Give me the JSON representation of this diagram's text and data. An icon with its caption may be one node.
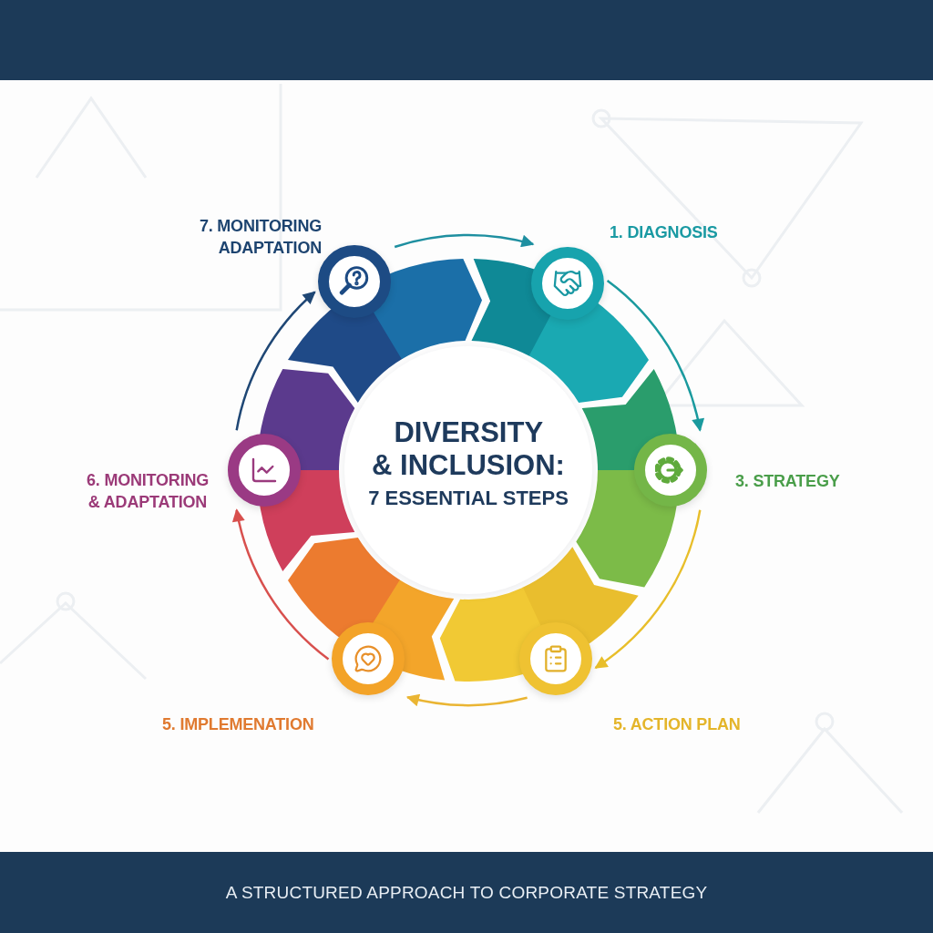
{
  "diagram": {
    "caption": "A STRUCTURED APPROACH TO CORPORATE STRATEGY",
    "nodes": [
      {
        "text": [
          "DIVERSITY & INCLUSION:",
          "7 ESSENTIAL STEPS"
        ]
      },
      {
        "text": [
          "7. MONITORING ADAPTATION"
        ]
      },
      {
        "text": [
          "1. DIAGNOSIS"
        ]
      },
      {
        "text": [
          "3. STRATEGY"
        ]
      },
      {
        "text": [
          "5. ACTION PLAN"
        ]
      },
      {
        "text": [
          "5. IMPLEMENATION"
        ]
      },
      {
        "text": [
          "6. MONITORING & ADAPTATION"
        ]
      }
    ],
    "edges": [
      {
        "from": 1,
        "to": 2,
        "arrow": "to",
        "color": "#1e8fa0"
      },
      {
        "from": 2,
        "to": 3,
        "arrow": "to",
        "color": "#1a9a9e"
      },
      {
        "from": 3,
        "to": 4,
        "arrow": "to",
        "color": "#e8be2a"
      },
      {
        "from": 4,
        "to": 5,
        "arrow": "to",
        "color": "#eab533"
      },
      {
        "from": 5,
        "to": 6,
        "arrow": "to",
        "color": "#d8504e"
      },
      {
        "from": 6,
        "to": 1,
        "arrow": "to",
        "color": "#1f4775"
      }
    ]
  }
}
